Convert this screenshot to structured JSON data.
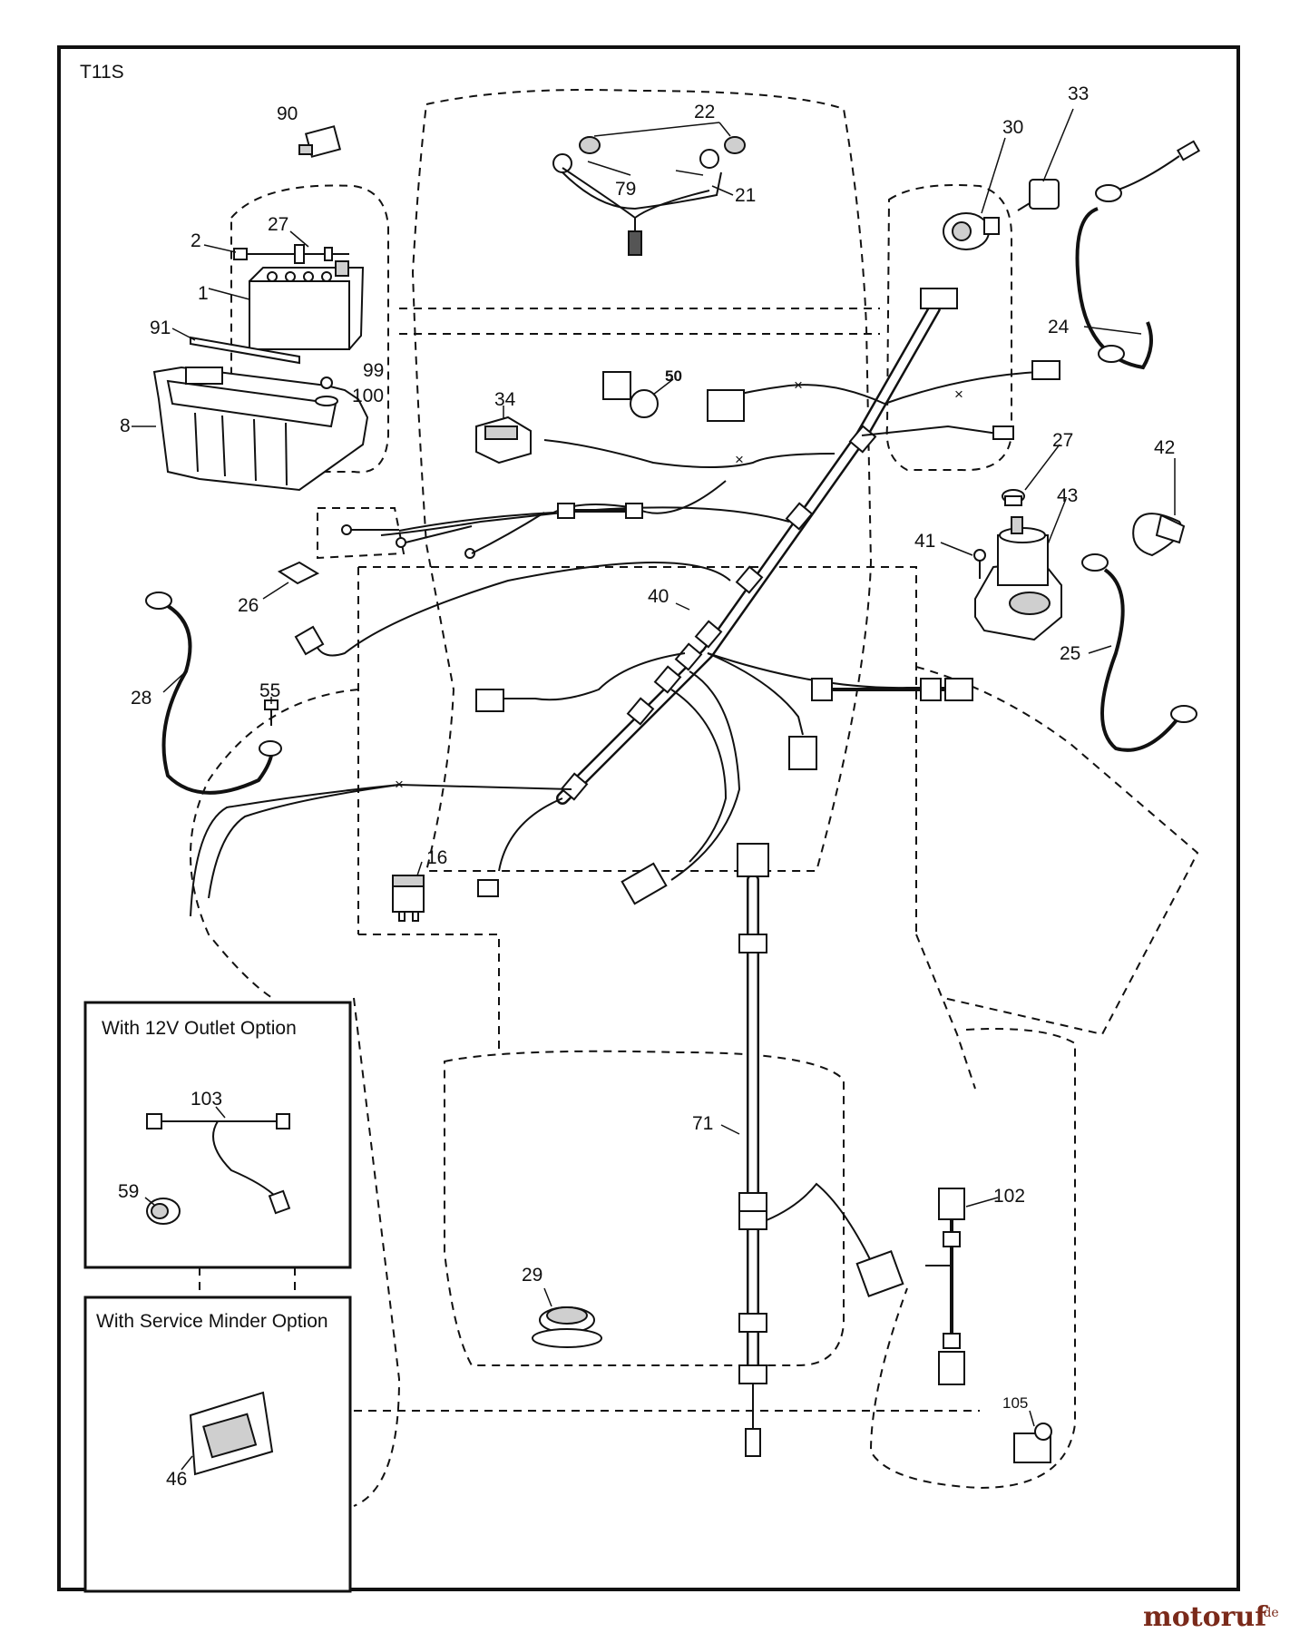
{
  "diagram_code": "T11S",
  "inset_boxes": {
    "outlet_title": "With 12V Outlet Option",
    "service_title": "With Service Minder Option"
  },
  "part_labels": [
    "90",
    "2",
    "27",
    "1",
    "91",
    "99",
    "100",
    "8",
    "22",
    "79",
    "21",
    "30",
    "33",
    "24",
    "27",
    "42",
    "43",
    "41",
    "25",
    "34",
    "50",
    "26",
    "40",
    "28",
    "55",
    "16",
    "71",
    "102",
    "29",
    "105",
    "103",
    "59",
    "46"
  ],
  "watermark": {
    "brand": "motoruf",
    "tld": ".de"
  }
}
